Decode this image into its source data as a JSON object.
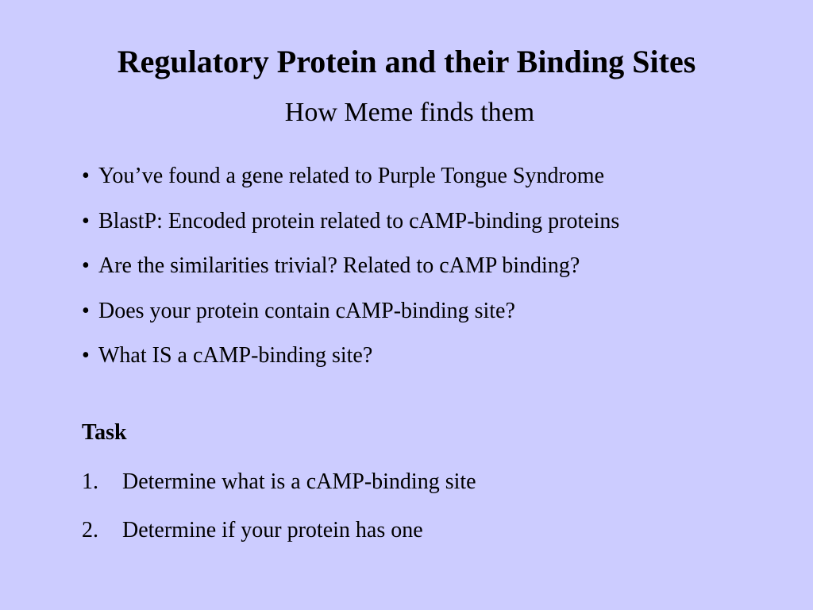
{
  "slide": {
    "title": "Regulatory Protein and their Binding Sites",
    "subtitle": "How Meme finds them",
    "bullet_marker": "•",
    "bullets": [
      "You’ve found a gene related to Purple Tongue Syndrome",
      "BlastP: Encoded protein related to cAMP-binding proteins",
      "Are the similarities trivial? Related to cAMP binding?",
      "Does your protein contain cAMP-binding site?",
      "What IS a cAMP-binding site?"
    ],
    "task_heading": "Task",
    "tasks": [
      {
        "number": "1.",
        "text": "Determine what is a cAMP-binding site"
      },
      {
        "number": "2.",
        "text": "Determine if your protein has one"
      }
    ]
  },
  "colors": {
    "background": "#ccccff",
    "text": "#000000"
  }
}
